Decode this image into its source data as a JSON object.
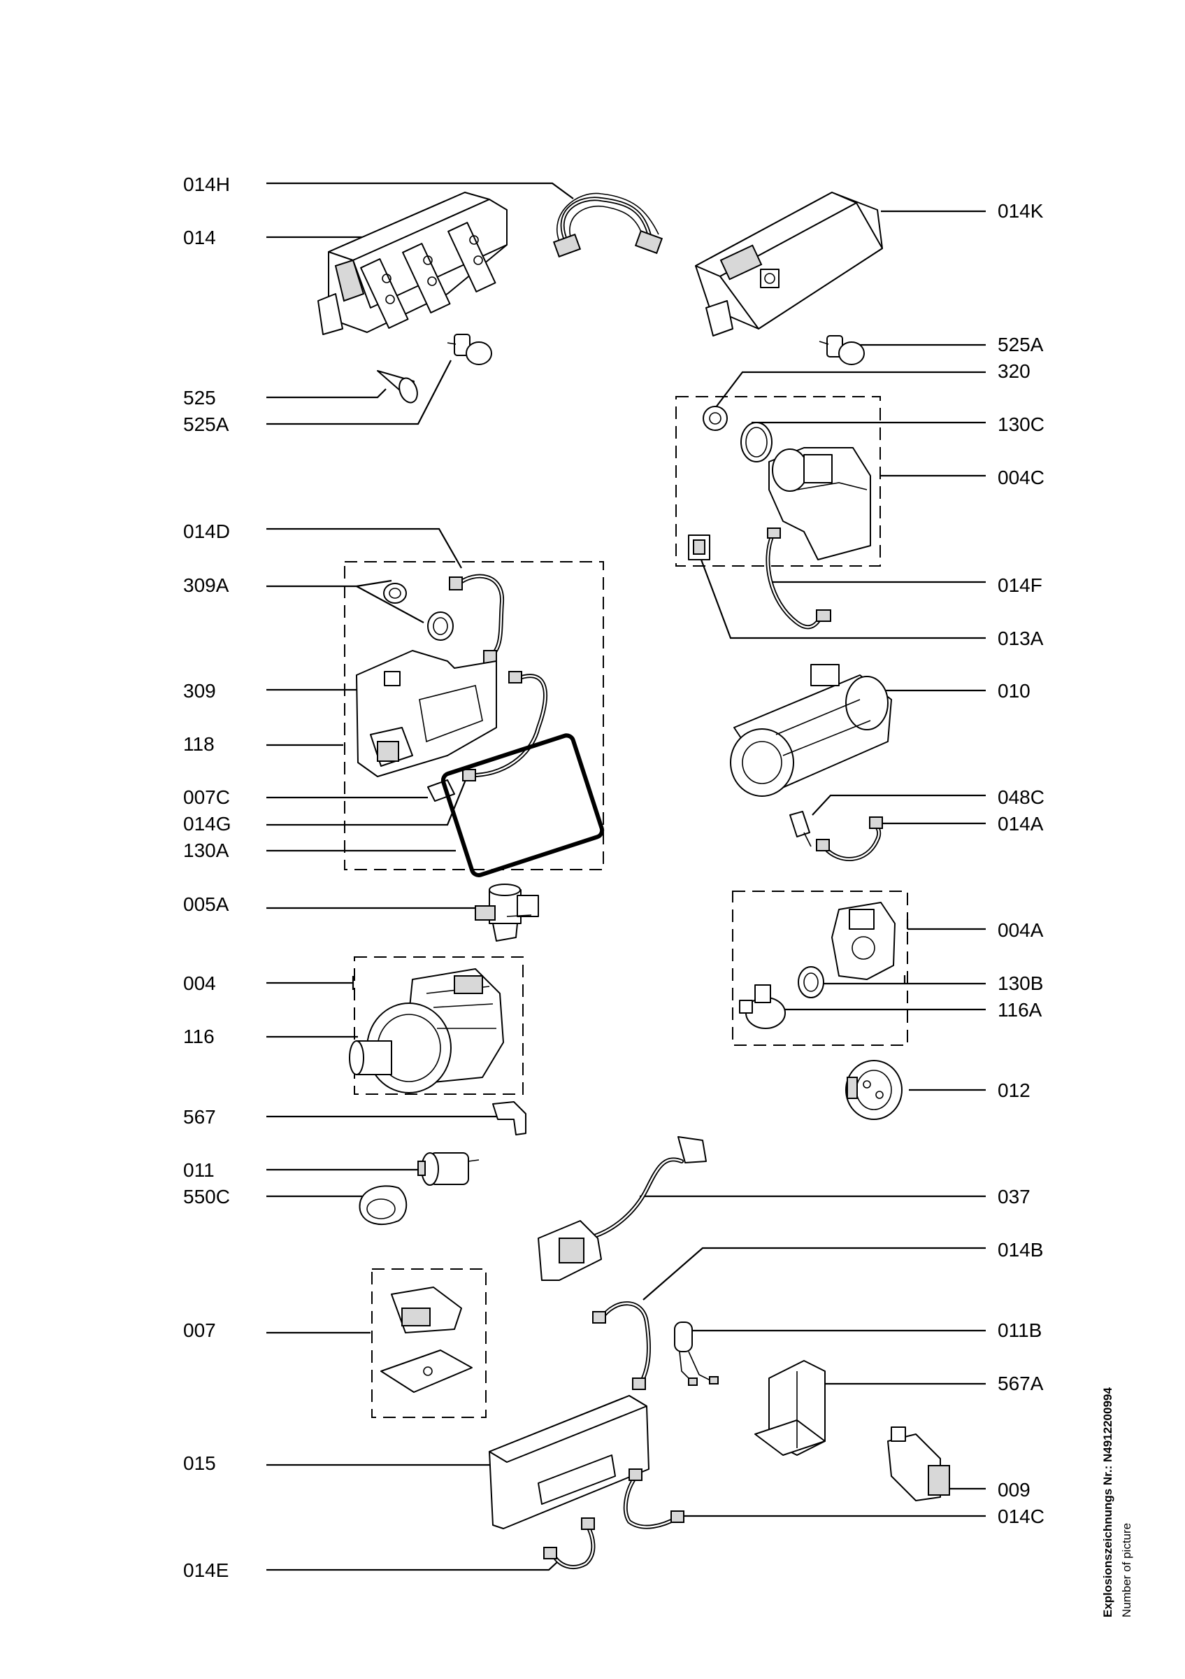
{
  "labels_left": [
    "014H",
    "014",
    "525",
    "525A",
    "014D",
    "309A",
    "309",
    "118",
    "007C",
    "014G",
    "130A",
    "005A",
    "004",
    "116",
    "567",
    "011",
    "550C",
    "007",
    "015",
    "014E"
  ],
  "labels_right": [
    "014K",
    "525A",
    "320",
    "130C",
    "004C",
    "014F",
    "013A",
    "010",
    "048C",
    "014A",
    "004A",
    "130B",
    "116A",
    "012",
    "037",
    "014B",
    "011B",
    "567A",
    "009",
    "014C"
  ],
  "footer": {
    "drawing_number": "Explosionszeichnungs Nr.: N4912200994",
    "caption": "Number of picture"
  }
}
